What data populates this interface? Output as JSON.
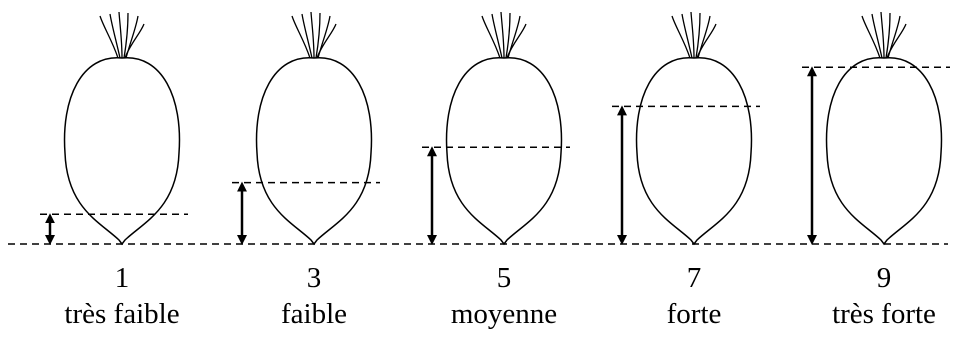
{
  "figure": {
    "stroke_color": "#000000",
    "background_color": "#ffffff"
  },
  "scale": [
    {
      "score": "1",
      "description": "très faible",
      "level": 0.16
    },
    {
      "score": "3",
      "description": "faible",
      "level": 0.33
    },
    {
      "score": "5",
      "description": "moyenne",
      "level": 0.52
    },
    {
      "score": "7",
      "description": "forte",
      "level": 0.74
    },
    {
      "score": "9",
      "description": "très forte",
      "level": 0.95
    }
  ]
}
